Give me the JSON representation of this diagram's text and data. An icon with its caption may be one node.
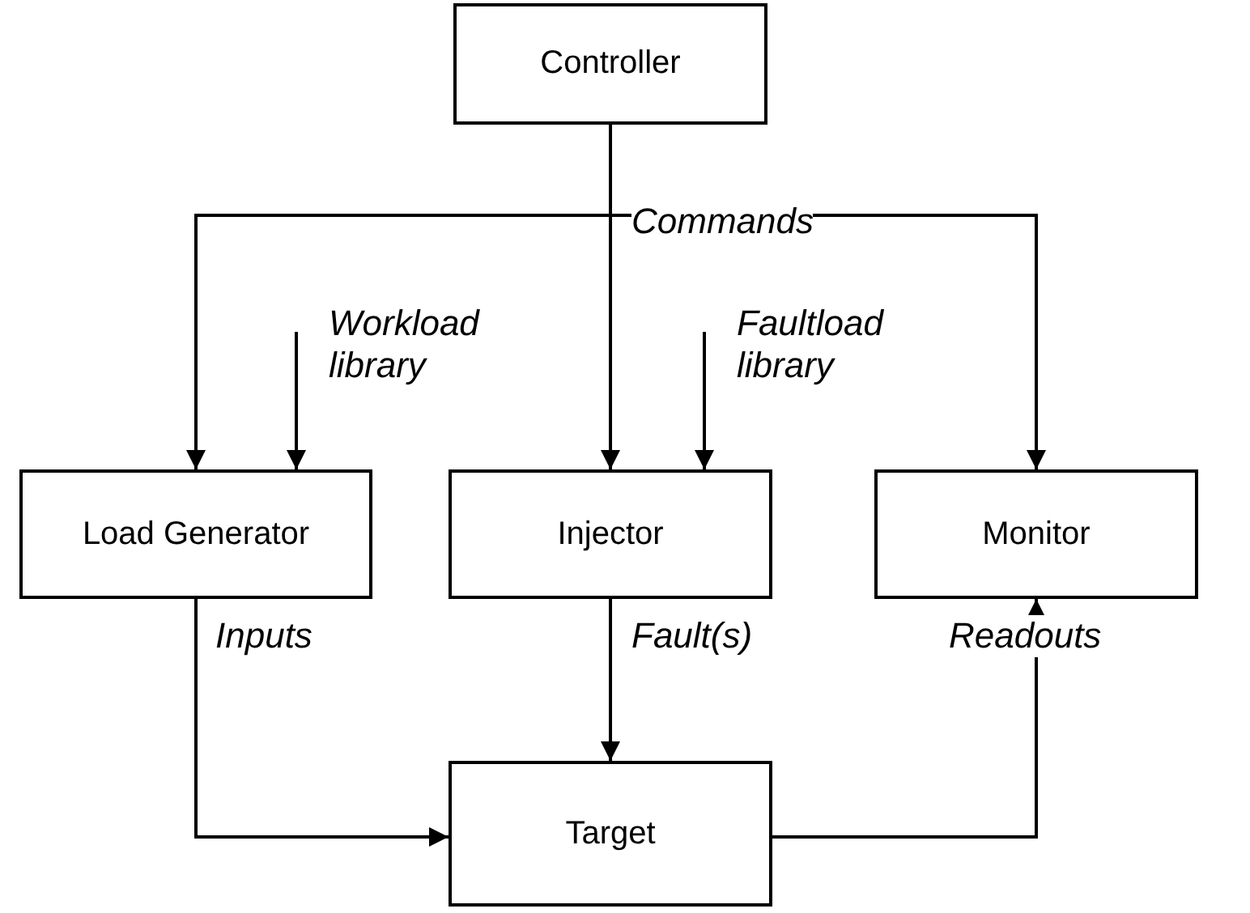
{
  "diagram": {
    "nodes": [
      {
        "text": [
          "Controller"
        ]
      },
      {
        "text": [
          "Load Generator"
        ]
      },
      {
        "text": [
          "Injector"
        ]
      },
      {
        "text": [
          "Monitor"
        ]
      },
      {
        "text": [
          "Target"
        ]
      }
    ],
    "edges": [
      {
        "from": 0,
        "to": 1,
        "arrow": "to"
      },
      {
        "from": 0,
        "to": 2,
        "arrow": "to",
        "label": "Commands"
      },
      {
        "from": 0,
        "to": 3,
        "arrow": "to"
      },
      {
        "from": null,
        "to": 1,
        "arrow": "to",
        "label": "Workload library"
      },
      {
        "from": null,
        "to": 2,
        "arrow": "to",
        "label": "Faultload library"
      },
      {
        "from": 1,
        "to": 4,
        "arrow": "to",
        "label": "Inputs"
      },
      {
        "from": 2,
        "to": 4,
        "arrow": "to",
        "label": "Fault(s)"
      },
      {
        "from": 4,
        "to": 3,
        "arrow": "to",
        "label": "Readouts"
      }
    ]
  }
}
